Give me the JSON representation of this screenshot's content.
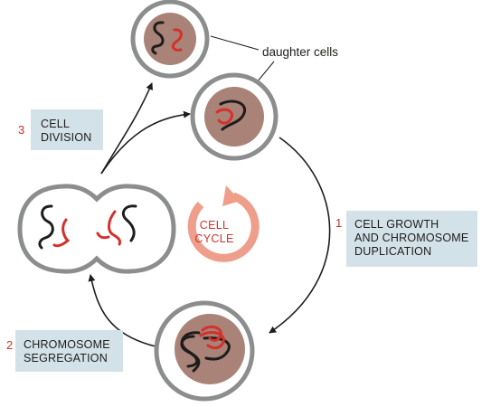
{
  "daughter_label": "daughter cells",
  "cycle": {
    "line1": "CELL",
    "line2": "CYCLE"
  },
  "steps": [
    {
      "number": "1",
      "line1": "CELL GROWTH",
      "line2": "AND CHROMOSOME",
      "line3": "DUPLICATION"
    },
    {
      "number": "2",
      "line1": "CHROMOSOME",
      "line2": "SEGREGATION"
    },
    {
      "number": "3",
      "line1": "CELL",
      "line2": "DIVISION"
    }
  ],
  "colors": {
    "cell_wall": "#8c8e8d",
    "nucleus": "#a98378",
    "chromosome_black": "#1d1d1b",
    "chromosome_red": "#d4312b",
    "cycle_arrow": "#ee9e8b",
    "label_box": "#d3e1e8",
    "step_number": "#c8322a"
  }
}
